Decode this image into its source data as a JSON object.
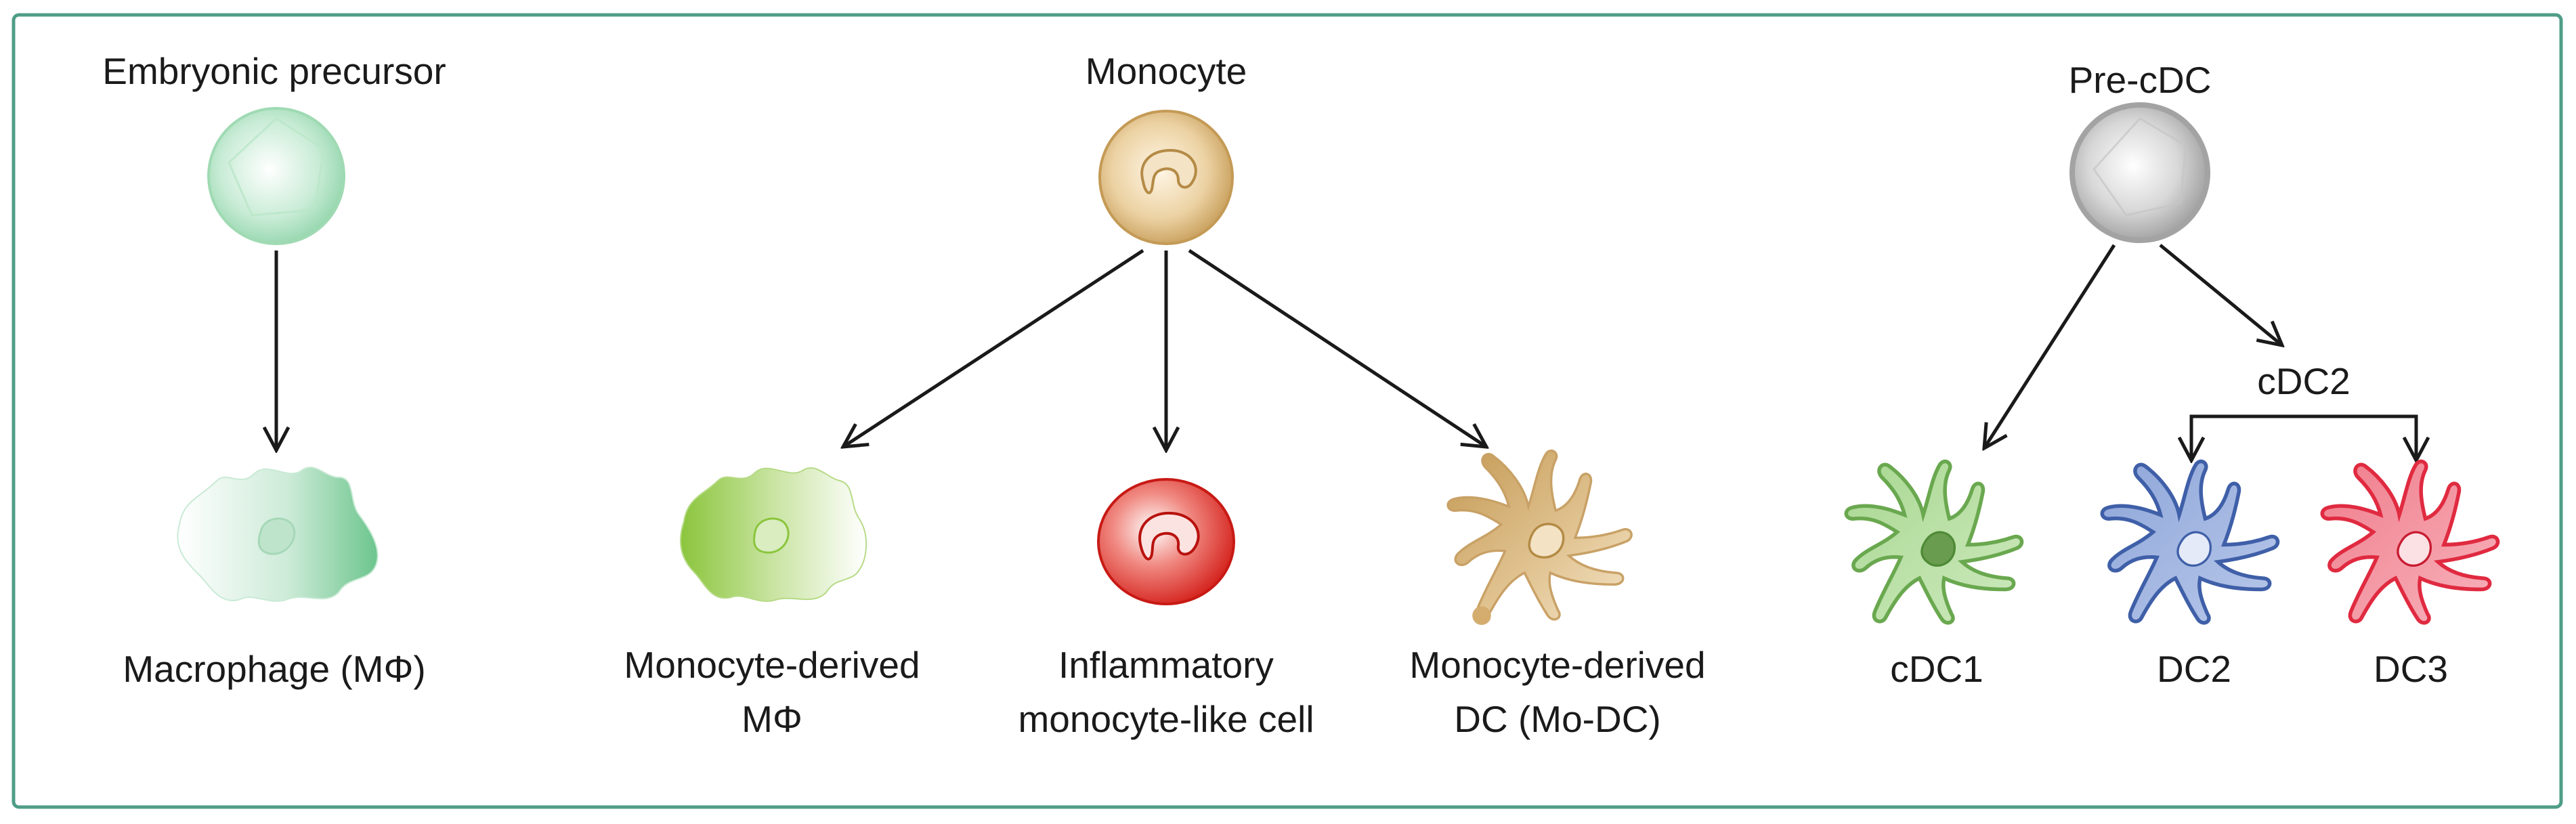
{
  "columns": {
    "embryonic": {
      "title": "Embryonic precursor",
      "outputs": [
        {
          "label_lines": [
            "Macrophage (MΦ)"
          ]
        }
      ]
    },
    "monocyte": {
      "title": "Monocyte",
      "outputs": [
        {
          "label_lines": [
            "Monocyte-derived",
            "MΦ"
          ]
        },
        {
          "label_lines": [
            "Inflammatory",
            "monocyte-like cell"
          ]
        },
        {
          "label_lines": [
            "Monocyte-derived",
            "DC (Mo-DC)"
          ]
        }
      ]
    },
    "precdc": {
      "title": "Pre-cDC",
      "branch_label": "cDC2",
      "outputs": [
        {
          "label_lines": [
            "cDC1"
          ]
        },
        {
          "label_lines": [
            "DC2"
          ]
        },
        {
          "label_lines": [
            "DC3"
          ]
        }
      ]
    }
  },
  "colors": {
    "border": "#4f9d87",
    "arrow": "#1a1a1a",
    "embryonic_green": "#8fd4a9",
    "macrophage_green": "#7fcf9c",
    "monocyte_tan": "#cfa96a",
    "mo_mphi_green": "#8dc63f",
    "inflammatory_red": "#e02a24",
    "mo_dc_tan": "#d1ab6e",
    "precdc_gray": "#a3a3a3",
    "cdc1_green": "#7cbf5a",
    "dc2_blue": "#5a7bbf",
    "dc3_red": "#e8445a"
  }
}
